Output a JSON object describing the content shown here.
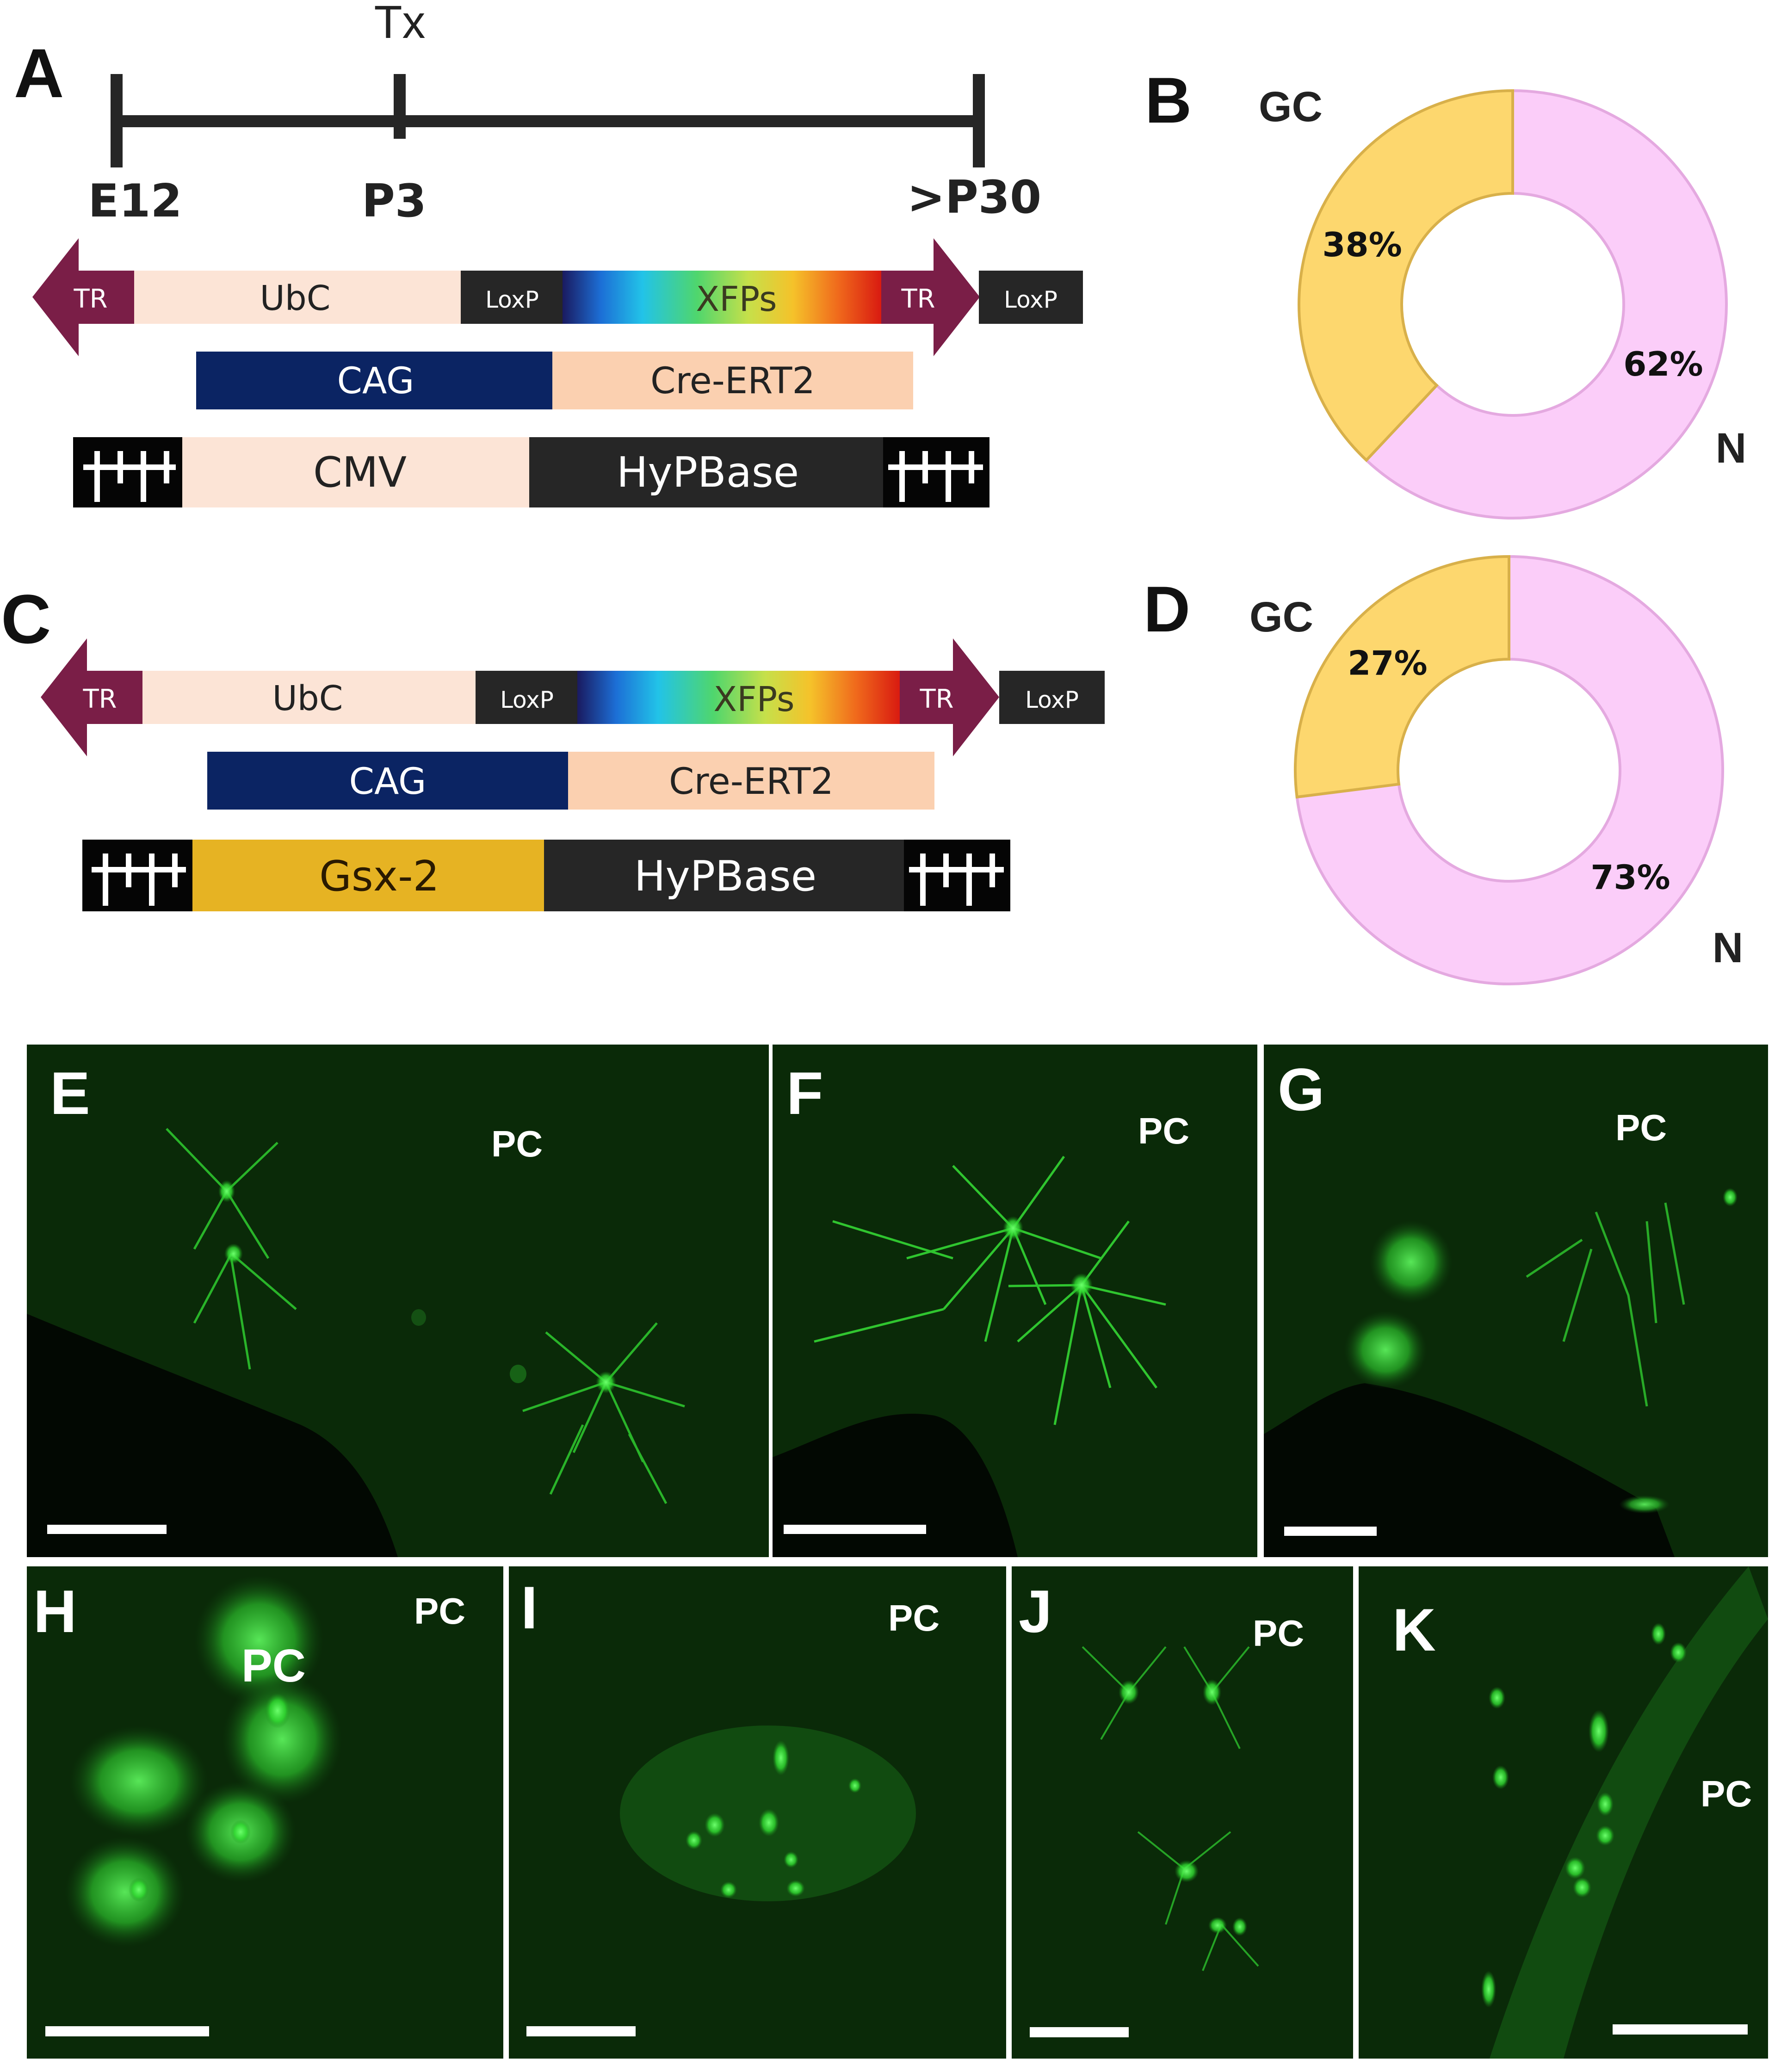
{
  "figure": {
    "timeline": {
      "top_label": "Tx",
      "ticks": [
        "E12",
        "P3",
        ">P30"
      ]
    },
    "construct_a": {
      "top_row": [
        "TR",
        "UbC",
        "LoxP",
        "XFPs",
        "TR",
        "LoxP"
      ],
      "middle_row": [
        "CAG",
        "Cre-ERT2"
      ],
      "bottom_row": [
        "CMV",
        "HyPBase"
      ]
    },
    "construct_c": {
      "top_row": [
        "TR",
        "UbC",
        "LoxP",
        "XFPs",
        "TR",
        "LoxP"
      ],
      "middle_row": [
        "CAG",
        "Cre-ERT2"
      ],
      "bottom_row": [
        "Gsx-2",
        "HyPBase"
      ]
    },
    "panel_letters": {
      "A": "A",
      "B": "B",
      "C": "C",
      "D": "D",
      "E": "E",
      "F": "F",
      "G": "G",
      "H": "H",
      "I": "I",
      "J": "J",
      "K": "K"
    },
    "micrograph_labels": {
      "E": "PC",
      "F": "PC",
      "G": "PC",
      "H": "PC",
      "H_inner": "PC",
      "I": "PC",
      "J": "PC",
      "K": "PC"
    }
  },
  "chart_data": [
    {
      "type": "pie",
      "panel": "B",
      "categories": [
        "GC",
        "N"
      ],
      "values": [
        38,
        62
      ],
      "labels": [
        "38%",
        "62%"
      ],
      "colors": [
        "#fdd76e",
        "#fbcdf9"
      ]
    },
    {
      "type": "pie",
      "panel": "D",
      "categories": [
        "GC",
        "N"
      ],
      "values": [
        27,
        73
      ],
      "labels": [
        "27%",
        "73%"
      ],
      "colors": [
        "#fdd76e",
        "#fbcdf9"
      ]
    }
  ],
  "colors": {
    "tr_arrow": "#7a1e47",
    "promoter_fill": "#fce4d6",
    "loxp_fill": "#262626",
    "cag_fill": "#0b2463",
    "cre_fill": "#fbd0b0",
    "hypbase_fill": "#262626",
    "gsx2_fill": "#e6b323",
    "micrograph_bg": "#0a2a08",
    "neuron": "#33ee33"
  }
}
